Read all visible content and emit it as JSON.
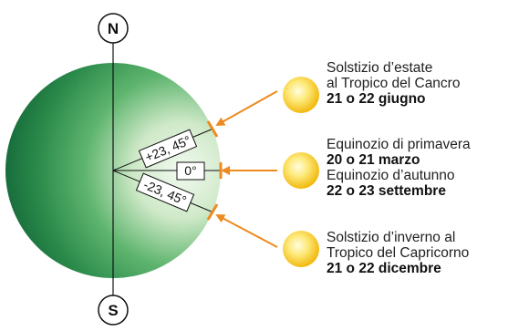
{
  "poles": {
    "north": "N",
    "south": "S"
  },
  "angles": {
    "north_tropic": "+23, 45°",
    "equator": "0°",
    "south_tropic": "-23, 45°"
  },
  "captions": {
    "summer": {
      "line1": "Solstizio d’estate",
      "line2": "al Tropico del Cancro",
      "date": "21 o 22 giugno"
    },
    "equinox": {
      "line1": "Equinozio di primavera",
      "date1": "20 o 21 marzo",
      "line2": "Equinozio d’autunno",
      "date2": "22 o 23 settembre"
    },
    "winter": {
      "line1": "Solstizio d’inverno al",
      "line2": "Tropico del Capricorno",
      "date": "21 o 22 dicembre"
    }
  },
  "colors": {
    "earth_dark": "#0f6a3a",
    "earth_light": "#e9f6e7",
    "arrow": "#ee8a1f",
    "sun_core": "#fffbd0",
    "sun_edge": "#f6c71a"
  }
}
